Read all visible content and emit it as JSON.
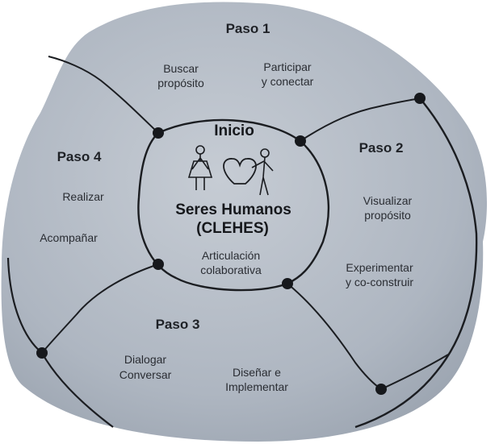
{
  "colors": {
    "paper": "#a9b2bd",
    "paper_light": "#c3cad3",
    "ink": "#1b1d21"
  },
  "center": {
    "title": "Inicio",
    "main_line1": "Seres Humanos",
    "main_line2": "(CLEHES)",
    "sub_line1": "Articulación",
    "sub_line2": "colaborativa",
    "icons": [
      "woman-figure-icon",
      "heart-icon",
      "man-figure-icon"
    ]
  },
  "steps": {
    "paso1": {
      "title": "Paso 1",
      "item1_line1": "Buscar",
      "item1_line2": "propósito",
      "item2_line1": "Participar",
      "item2_line2": "y conectar"
    },
    "paso2": {
      "title": "Paso 2",
      "item1_line1": "Visualizar",
      "item1_line2": "propósito",
      "item2_line1": "Experimentar",
      "item2_line2": "y co-construir"
    },
    "paso3": {
      "title": "Paso 3",
      "item1_line1": "Dialogar",
      "item1_line2": "Conversar",
      "item2_line1": "Diseñar e",
      "item2_line2": "Implementar"
    },
    "paso4": {
      "title": "Paso 4",
      "item1": "Realizar",
      "item2": "Acompañar"
    }
  }
}
